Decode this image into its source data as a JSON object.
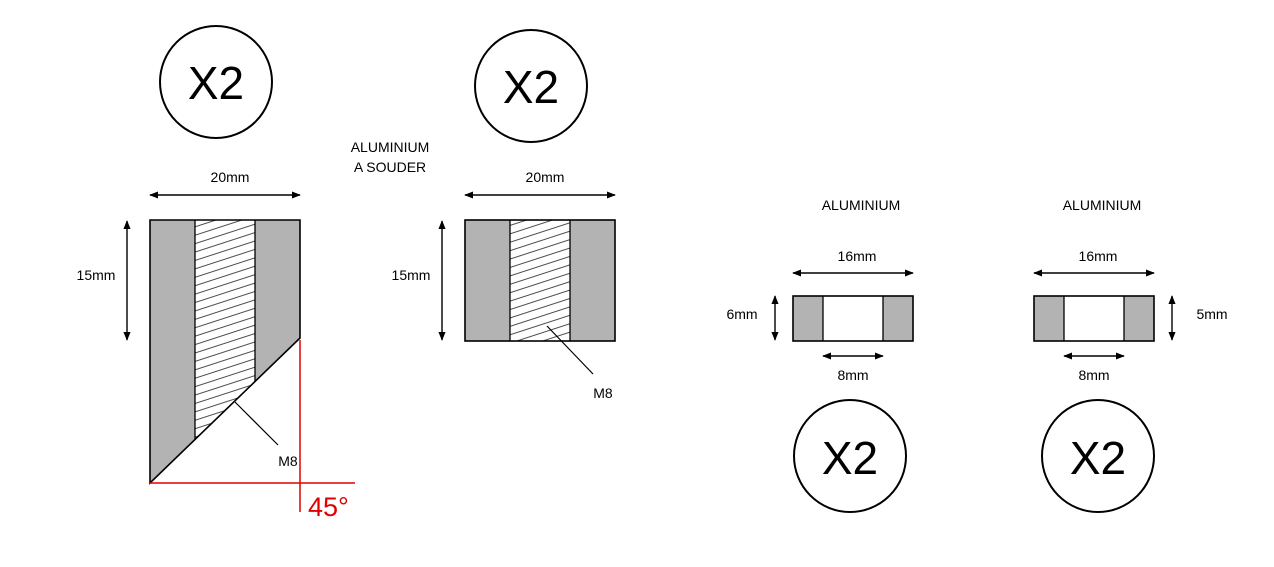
{
  "parts": [
    {
      "quantity": "X2",
      "material": "",
      "width": "20mm",
      "height": "15mm",
      "thread": "M8",
      "angle": "45°"
    },
    {
      "quantity": "X2",
      "material_line1": "ALUMINIUM",
      "material_line2": "A SOUDER",
      "width": "20mm",
      "height": "15mm",
      "thread": "M8"
    },
    {
      "quantity": "X2",
      "material": "ALUMINIUM",
      "width": "16mm",
      "height": "6mm",
      "hole": "8mm"
    },
    {
      "quantity": "X2",
      "material": "ALUMINIUM",
      "width": "16mm",
      "height": "5mm",
      "hole": "8mm"
    }
  ],
  "colors": {
    "material_fill": "#b3b3b3",
    "annotation": "#e00000",
    "line": "#000000"
  }
}
